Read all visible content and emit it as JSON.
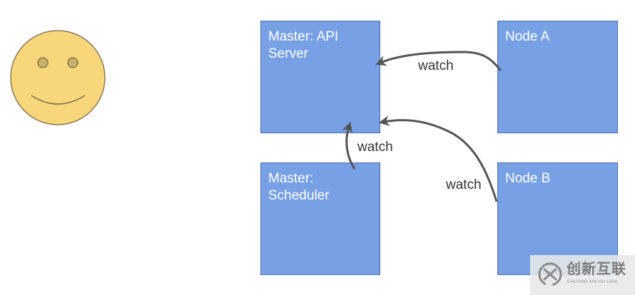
{
  "nodes": {
    "api_server": {
      "label_line1": "Master: API",
      "label_line2": "Server"
    },
    "scheduler": {
      "label_line1": "Master:",
      "label_line2": "Scheduler"
    },
    "node_a": {
      "label_line1": "Node A",
      "label_line2": ""
    },
    "node_b": {
      "label_line1": "Node B",
      "label_line2": ""
    }
  },
  "edges": {
    "node_a_to_api": "watch",
    "scheduler_to_api": "watch",
    "node_b_to_api": "watch"
  },
  "watermark": {
    "text": "创新互联",
    "subtext": "CHUANG XIN HU LIAN"
  },
  "colors": {
    "box_fill": "#77a0e5",
    "box_border": "#4d6fa6",
    "arrow": "#555555",
    "smiley_face": "#f7d77a",
    "smiley_outline": "#8a7a5a"
  },
  "icons": {
    "user": "smiley-face-icon",
    "watermark_logo": "swirl-logo-icon"
  }
}
